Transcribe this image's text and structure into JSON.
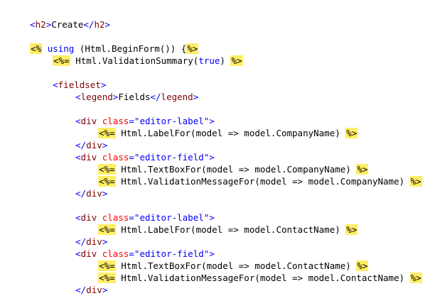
{
  "editor": {
    "colors": {
      "background": "#ffffff",
      "server_delimiter_bg": "#ffee66",
      "tag": "#800000",
      "bracket": "#0000ff",
      "attribute": "#ff0000",
      "string": "#0000ff",
      "keyword": "#0000ff",
      "text": "#000000"
    },
    "lines": [
      {
        "y": 0,
        "l1_open": "<",
        "l1_tag": "h2",
        "l1_close": ">",
        "l1_text": "Create",
        "l1_endopen": "</",
        "l1_endtag": "h2",
        "l1_endclose": ">"
      }
    ],
    "l1": {
      "open": "<",
      "tag": "h2",
      "close": ">",
      "text": "Create",
      "end_open": "</",
      "end_tag": "h2",
      "end_close": ">"
    },
    "l3": {
      "delim_open": "<%",
      "keyword": "using",
      "code": " (Html.BeginForm()) {",
      "delim_close": "%>"
    },
    "l4": {
      "delim_open": "<%=",
      "code": " Html.ValidationSummary(",
      "keyword": "true",
      "code2": ") ",
      "delim_close": "%>"
    },
    "l6": {
      "open": "<",
      "tag": "fieldset",
      "close": ">"
    },
    "l7": {
      "open": "<",
      "tag": "legend",
      "close": ">",
      "text": "Fields",
      "end_open": "</",
      "end_tag": "legend",
      "end_close": ">"
    },
    "l9": {
      "open": "<",
      "tag": "div",
      "sp": " ",
      "attr": "class",
      "eq": "=",
      "value": "\"editor-label\"",
      "close": ">"
    },
    "l10": {
      "delim_open": "<%=",
      "code": " Html.LabelFor(model => model.CompanyName) ",
      "delim_close": "%>"
    },
    "l11": {
      "open": "</",
      "tag": "div",
      "close": ">"
    },
    "l12": {
      "open": "<",
      "tag": "div",
      "sp": " ",
      "attr": "class",
      "eq": "=",
      "value": "\"editor-field\"",
      "close": ">"
    },
    "l13": {
      "delim_open": "<%=",
      "code": " Html.TextBoxFor(model => model.CompanyName) ",
      "delim_close": "%>"
    },
    "l14": {
      "delim_open": "<%=",
      "code": " Html.ValidationMessageFor(model => model.CompanyName) ",
      "delim_close": "%>"
    },
    "l15": {
      "open": "</",
      "tag": "div",
      "close": ">"
    },
    "l17": {
      "open": "<",
      "tag": "div",
      "sp": " ",
      "attr": "class",
      "eq": "=",
      "value": "\"editor-label\"",
      "close": ">"
    },
    "l18": {
      "delim_open": "<%=",
      "code": " Html.LabelFor(model => model.ContactName) ",
      "delim_close": "%>"
    },
    "l19": {
      "open": "</",
      "tag": "div",
      "close": ">"
    },
    "l20": {
      "open": "<",
      "tag": "div",
      "sp": " ",
      "attr": "class",
      "eq": "=",
      "value": "\"editor-field\"",
      "close": ">"
    },
    "l21": {
      "delim_open": "<%=",
      "code": " Html.TextBoxFor(model => model.ContactName) ",
      "delim_close": "%>"
    },
    "l22": {
      "delim_open": "<%=",
      "code": " Html.ValidationMessageFor(model => model.ContactName) ",
      "delim_close": "%>"
    },
    "l23": {
      "open": "</",
      "tag": "div",
      "close": ">"
    }
  }
}
